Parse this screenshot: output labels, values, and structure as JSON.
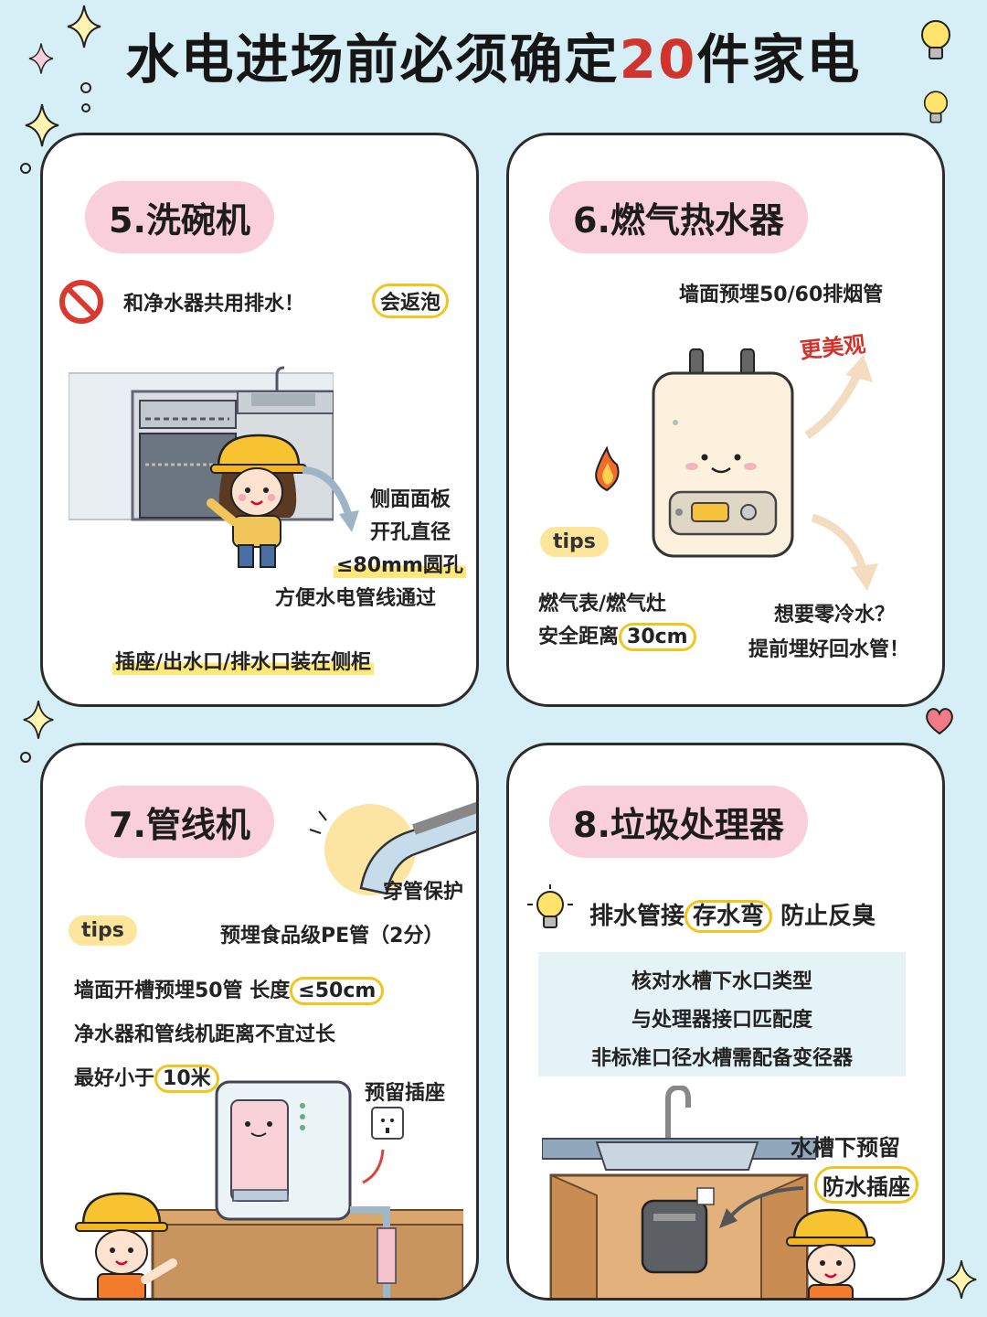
{
  "title": {
    "main": "水电进场前必须确定",
    "number": "20",
    "tail": "件家电"
  },
  "card5": {
    "heading": "5.洗碗机",
    "warning": "和净水器共用排水！",
    "warning_tag": "会返泡",
    "side_note": [
      "侧面面板",
      "开孔直径",
      "≤80mm圆孔",
      "方便水电管线通过"
    ],
    "bottom_note": "插座/出水口/排水口装在侧柜"
  },
  "card6": {
    "heading": "6.燃气热水器",
    "top_note": "墙面预埋50/60排烟管",
    "beauty_tag": "更美观",
    "tips_label": "tips",
    "safety_line1": "燃气表/燃气灶",
    "safety_line2_prefix": "安全距离",
    "safety_line2_value": "30cm",
    "return_line1": "想要零冷水？",
    "return_line2": "提前埋好回水管！"
  },
  "card7": {
    "heading": "7.管线机",
    "pipe_tag": "穿管保护",
    "tips_label": "tips",
    "pe_note": "预埋食品级PE管（2分）",
    "line1_prefix": "墙面开槽预埋50管  长度",
    "line1_value": "≤50cm",
    "line2": "净水器和管线机距离不宜过长",
    "line3_prefix": "最好小于",
    "line3_value": "10米",
    "socket_note": "预留插座"
  },
  "card8": {
    "heading": "8.垃圾处理器",
    "drain_prefix": "排水管接",
    "drain_value": "存水弯",
    "drain_suffix": "防止反臭",
    "check_lines": [
      "核对水槽下水口类型",
      "与处理器接口匹配度",
      "非标准口径水槽需配备变径器"
    ],
    "sink_note1": "水槽下预留",
    "sink_note2": "防水插座"
  },
  "colors": {
    "background": "#d6eef6",
    "pill": "#f9cfdc",
    "highlight": "#ffe77a",
    "accent_red": "#d0342c"
  }
}
